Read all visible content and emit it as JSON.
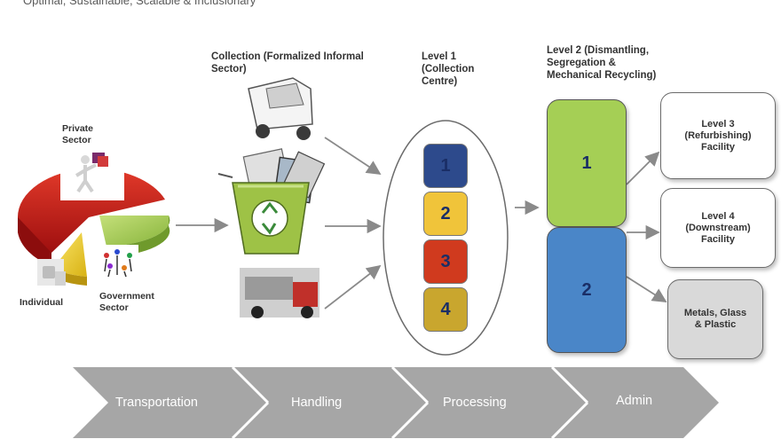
{
  "subtitle": "Optimal, Sustainable, Scalable & Inclusionary",
  "sources": {
    "private": "Private\nSector",
    "individual": "Individual",
    "government": "Government\nSector"
  },
  "collection_header": "Collection (Formalized Informal\nSector)",
  "level1": {
    "header": "Level 1\n(Collection\nCentre)",
    "boxes": [
      "1",
      "2",
      "3",
      "4"
    ]
  },
  "level2": {
    "header": "Level 2 (Dismantling,\nSegregation &\nMechanical Recycling)",
    "box1": "1",
    "box2": "2"
  },
  "outputs": {
    "level3": "Level 3\n(Refurbishing)\nFacility",
    "level4": "Level 4\n(Downstream)\nFacility",
    "metals": "Metals, Glass\n& Plastic"
  },
  "stages": [
    "Transportation",
    "Handling",
    "Processing",
    "Admin"
  ],
  "colors": {
    "pie_red": "#cc1a1a",
    "pie_green": "#a9d156",
    "pie_yellow": "#f2d21e",
    "sq1": "#2d4a8c",
    "sq2": "#f0c43a",
    "sq3": "#d03a1e",
    "sq4": "#c9a62e",
    "level2_green": "#a5cf55",
    "level2_blue": "#4a86c8",
    "metals_gray": "#d9d9d9",
    "chevron": "#a6a6a6"
  }
}
